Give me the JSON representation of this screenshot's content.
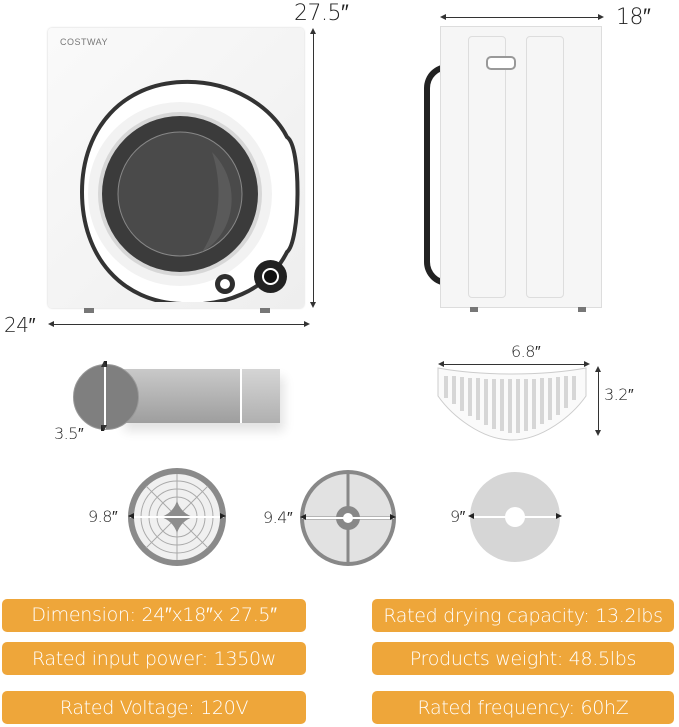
{
  "brand": "COSTWAY",
  "dimensions": {
    "height": "27.5″",
    "width": "24″",
    "depth": "18″",
    "vent_diameter": "3.5″",
    "lint_filter_width": "6.8″",
    "lint_filter_height": "3.2″",
    "outer_filter": "9.8″",
    "middle_filter": "9.4″",
    "sponge_filter": "9″"
  },
  "specs": {
    "left": [
      {
        "label": "Dimension: 24″x18″x 27.5″"
      },
      {
        "label": "Rated input power: 1350w"
      },
      {
        "label": "Rated Voltage: 120V"
      }
    ],
    "right": [
      {
        "label": "Rated drying capacity: 13.2lbs"
      },
      {
        "label": "Products weight: 48.5lbs"
      },
      {
        "label": "Rated frequency: 60hZ"
      }
    ]
  },
  "colors": {
    "spec_badge": "#eea63a",
    "spec_text": "#ffffff"
  }
}
